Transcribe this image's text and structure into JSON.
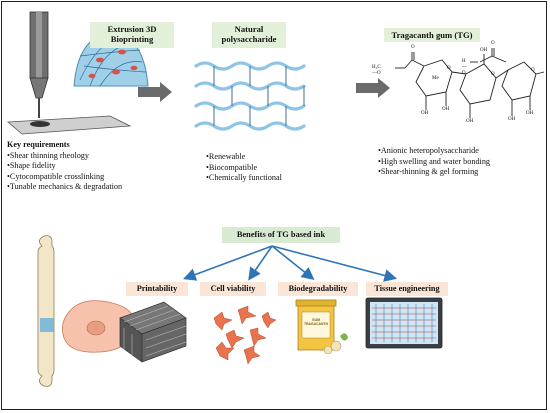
{
  "top": {
    "bioprinting_title": "Extrusion 3D Bioprinting",
    "polysaccharide_title": "Natural polysaccharide",
    "tg_title": "Tragacanth gum (TG)",
    "key_requirements_heading": "Key requirements",
    "key_requirements": [
      "•Shear thinning rheology",
      "•Shape fidelity",
      "•Cytocompatible crosslinking",
      "•Tunable mechanics & degradation"
    ],
    "polysaccharide_props": [
      "•Renewable",
      "•Biocompatible",
      "•Chemically functional"
    ],
    "tg_props": [
      "•Anionic heteropolysaccharide",
      "•High swelling and water bonding",
      "•Shear-thinning & gel forming"
    ]
  },
  "structure": {
    "left_group": "H₃C—O",
    "right_group": "H—O",
    "carbonyl_o": "O",
    "oh": "OH",
    "me": "Me",
    "ring_o": "O"
  },
  "bottom": {
    "benefits_title": "Benefits of TG based ink",
    "benefits": [
      "Printability",
      "Cell viability",
      "Biodegradability",
      "Tissue engineering"
    ],
    "jar_label": "GUM TRAGACANTH"
  },
  "colors": {
    "green_box": "#e2f0d9",
    "peach_box": "#fbe5d6",
    "arrow_blue": "#2e75b6",
    "cell_orange": "#e8734e",
    "scaffold_gray": "#555555"
  }
}
